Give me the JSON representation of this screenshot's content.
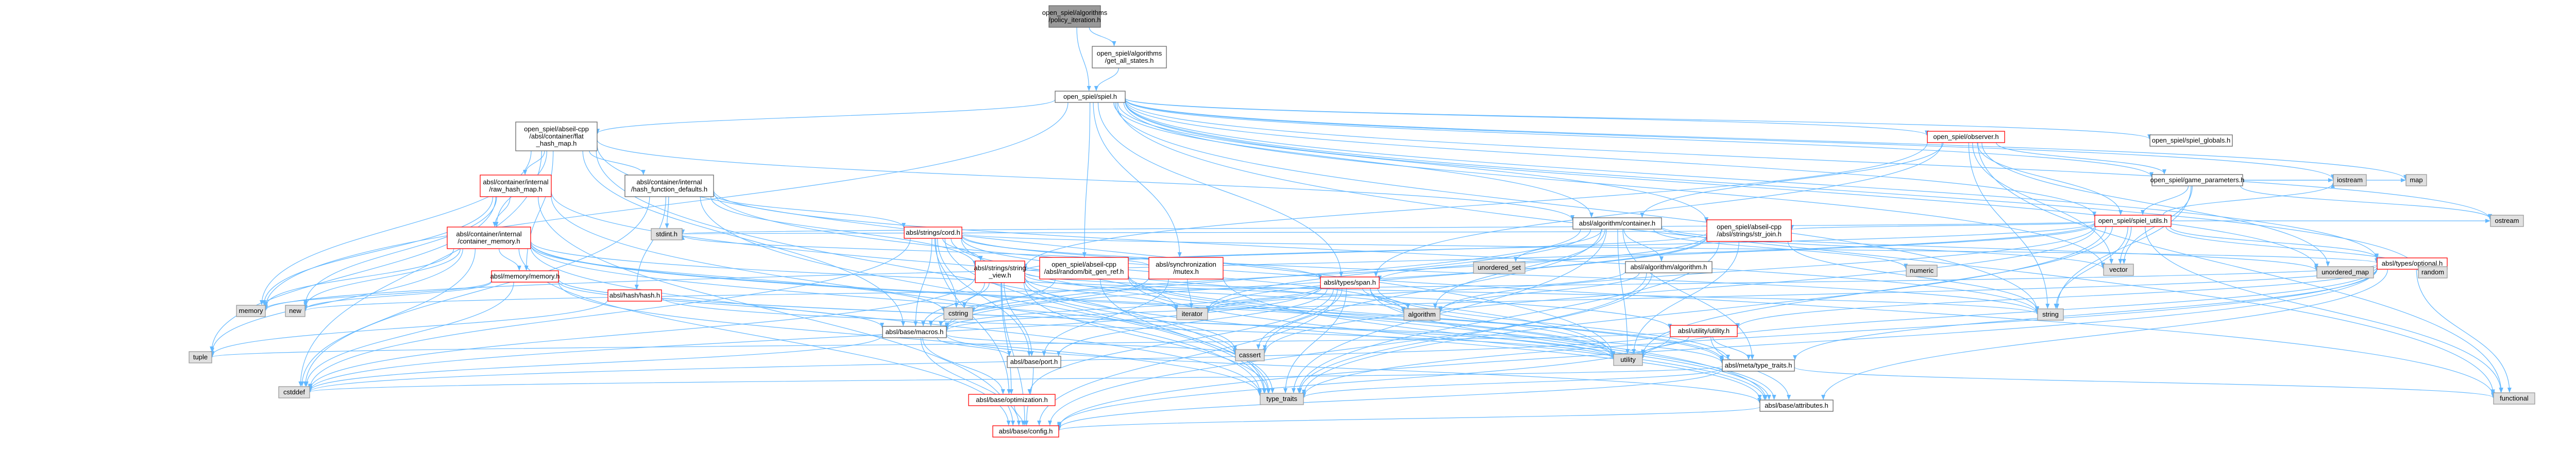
{
  "colors": {
    "edge": "#63b8ff",
    "root_fill": "#999999",
    "root_stroke": "#666666",
    "file_fill": "#ffffff",
    "file_stroke": "#666666",
    "incomplete_stroke": "#ff0000",
    "system_fill": "#e0e0e0",
    "system_stroke": "#999999"
  },
  "nodes": [
    {
      "id": "root",
      "kind": "root",
      "lines": [
        "open_spiel/algorithms",
        "/policy_iteration.h"
      ]
    },
    {
      "id": "get_all_states",
      "kind": "file",
      "lines": [
        "open_spiel/algorithms",
        "/get_all_states.h"
      ]
    },
    {
      "id": "spiel",
      "kind": "file",
      "lines": [
        "open_spiel/spiel.h"
      ]
    },
    {
      "id": "flat_hash_map",
      "kind": "file",
      "lines": [
        "open_spiel/abseil-cpp",
        "/absl/container/flat",
        "_hash_map.h"
      ]
    },
    {
      "id": "raw_hash_map",
      "kind": "incomplete",
      "lines": [
        "absl/container/internal",
        "/raw_hash_map.h"
      ]
    },
    {
      "id": "hash_function_defaults",
      "kind": "file",
      "lines": [
        "absl/container/internal",
        "/hash_function_defaults.h"
      ]
    },
    {
      "id": "container_memory",
      "kind": "incomplete",
      "lines": [
        "absl/container/internal",
        "/container_memory.h"
      ]
    },
    {
      "id": "memory_h",
      "kind": "incomplete",
      "lines": [
        "absl/memory/memory.h"
      ]
    },
    {
      "id": "hash_h",
      "kind": "incomplete",
      "lines": [
        "absl/hash/hash.h"
      ]
    },
    {
      "id": "cord_h",
      "kind": "incomplete",
      "lines": [
        "absl/strings/cord.h"
      ]
    },
    {
      "id": "string_view",
      "kind": "incomplete",
      "lines": [
        "absl/strings/string",
        "_view.h"
      ]
    },
    {
      "id": "bit_gen_ref",
      "kind": "incomplete",
      "lines": [
        "open_spiel/abseil-cpp",
        "/absl/random/bit_gen_ref.h"
      ]
    },
    {
      "id": "mutex_h",
      "kind": "incomplete",
      "lines": [
        "absl/synchronization",
        "/mutex.h"
      ]
    },
    {
      "id": "macros_h",
      "kind": "file",
      "lines": [
        "absl/base/macros.h"
      ]
    },
    {
      "id": "port_h",
      "kind": "file",
      "lines": [
        "absl/base/port.h"
      ]
    },
    {
      "id": "optimization_h",
      "kind": "incomplete",
      "lines": [
        "absl/base/optimization.h"
      ]
    },
    {
      "id": "config_h",
      "kind": "incomplete",
      "lines": [
        "absl/base/config.h"
      ]
    },
    {
      "id": "attributes_h",
      "kind": "file",
      "lines": [
        "absl/base/attributes.h"
      ]
    },
    {
      "id": "type_traits_h",
      "kind": "file",
      "lines": [
        "absl/meta/type_traits.h"
      ]
    },
    {
      "id": "utility_h",
      "kind": "incomplete",
      "lines": [
        "absl/utility/utility.h"
      ]
    },
    {
      "id": "span_h",
      "kind": "incomplete",
      "lines": [
        "absl/types/span.h"
      ]
    },
    {
      "id": "algorithm_h",
      "kind": "file",
      "lines": [
        "absl/algorithm/algorithm.h"
      ]
    },
    {
      "id": "algo_container",
      "kind": "file",
      "lines": [
        "absl/algorithm/container.h"
      ]
    },
    {
      "id": "str_join",
      "kind": "incomplete",
      "lines": [
        "open_spiel/abseil-cpp",
        "/absl/strings/str_join.h"
      ]
    },
    {
      "id": "observer_h",
      "kind": "incomplete",
      "lines": [
        "open_spiel/observer.h"
      ]
    },
    {
      "id": "spiel_globals",
      "kind": "file",
      "lines": [
        "open_spiel/spiel_globals.h"
      ]
    },
    {
      "id": "game_parameters",
      "kind": "file",
      "lines": [
        "open_spiel/game_parameters.h"
      ]
    },
    {
      "id": "spiel_utils",
      "kind": "incomplete",
      "lines": [
        "open_spiel/spiel_utils.h"
      ]
    },
    {
      "id": "optional_h",
      "kind": "incomplete",
      "lines": [
        "absl/types/optional.h"
      ]
    },
    {
      "id": "sys_memory",
      "kind": "system",
      "lines": [
        "memory"
      ]
    },
    {
      "id": "sys_new",
      "kind": "system",
      "lines": [
        "new"
      ]
    },
    {
      "id": "sys_tuple",
      "kind": "system",
      "lines": [
        "tuple"
      ]
    },
    {
      "id": "sys_cstddef",
      "kind": "system",
      "lines": [
        "cstddef"
      ]
    },
    {
      "id": "sys_type_traits",
      "kind": "system",
      "lines": [
        "type_traits"
      ]
    },
    {
      "id": "sys_cstdint",
      "kind": "system",
      "lines": [
        "stdint.h"
      ]
    },
    {
      "id": "sys_cstring",
      "kind": "system",
      "lines": [
        "cstring"
      ]
    },
    {
      "id": "sys_iterator",
      "kind": "system",
      "lines": [
        "iterator"
      ]
    },
    {
      "id": "sys_cassert",
      "kind": "system",
      "lines": [
        "cassert"
      ]
    },
    {
      "id": "sys_algorithm",
      "kind": "system",
      "lines": [
        "algorithm"
      ]
    },
    {
      "id": "sys_utility",
      "kind": "system",
      "lines": [
        "utility"
      ]
    },
    {
      "id": "sys_unordered_set",
      "kind": "system",
      "lines": [
        "unordered_set"
      ]
    },
    {
      "id": "sys_numeric",
      "kind": "system",
      "lines": [
        "numeric"
      ]
    },
    {
      "id": "sys_vector",
      "kind": "system",
      "lines": [
        "vector"
      ]
    },
    {
      "id": "sys_string",
      "kind": "system",
      "lines": [
        "string"
      ]
    },
    {
      "id": "sys_unordered_map",
      "kind": "system",
      "lines": [
        "unordered_map"
      ]
    },
    {
      "id": "sys_random",
      "kind": "system",
      "lines": [
        "random"
      ]
    },
    {
      "id": "sys_iostream",
      "kind": "system",
      "lines": [
        "iostream"
      ]
    },
    {
      "id": "sys_map",
      "kind": "system",
      "lines": [
        "map"
      ]
    },
    {
      "id": "sys_ostream",
      "kind": "system",
      "lines": [
        "ostream"
      ]
    },
    {
      "id": "sys_functional",
      "kind": "system",
      "lines": [
        "functional"
      ]
    }
  ],
  "edges": [
    [
      "root",
      "get_all_states"
    ],
    [
      "root",
      "spiel"
    ],
    [
      "get_all_states",
      "spiel"
    ],
    [
      "spiel",
      "flat_hash_map"
    ],
    [
      "spiel",
      "str_join"
    ],
    [
      "spiel",
      "bit_gen_ref"
    ],
    [
      "spiel",
      "mutex_h"
    ],
    [
      "spiel",
      "optional_h"
    ],
    [
      "spiel",
      "span_h"
    ],
    [
      "spiel",
      "observer_h"
    ],
    [
      "spiel",
      "spiel_globals"
    ],
    [
      "spiel",
      "game_parameters"
    ],
    [
      "spiel",
      "spiel_utils"
    ],
    [
      "spiel",
      "sys_functional"
    ],
    [
      "spiel",
      "sys_iostream"
    ],
    [
      "spiel",
      "sys_map"
    ],
    [
      "spiel",
      "sys_memory"
    ],
    [
      "spiel",
      "sys_random"
    ],
    [
      "spiel",
      "sys_string"
    ],
    [
      "spiel",
      "sys_unordered_map"
    ],
    [
      "spiel",
      "sys_vector"
    ],
    [
      "spiel",
      "sys_ostream"
    ],
    [
      "spiel",
      "algo_container"
    ],
    [
      "flat_hash_map",
      "raw_hash_map"
    ],
    [
      "flat_hash_map",
      "hash_function_defaults"
    ],
    [
      "flat_hash_map",
      "container_memory"
    ],
    [
      "flat_hash_map",
      "macros_h"
    ],
    [
      "flat_hash_map",
      "algo_container"
    ],
    [
      "flat_hash_map",
      "memory_h"
    ],
    [
      "flat_hash_map",
      "sys_cstddef"
    ],
    [
      "flat_hash_map",
      "sys_memory"
    ],
    [
      "flat_hash_map",
      "sys_type_traits"
    ],
    [
      "flat_hash_map",
      "sys_utility"
    ],
    [
      "raw_hash_map",
      "container_memory"
    ],
    [
      "raw_hash_map",
      "sys_memory"
    ],
    [
      "raw_hash_map",
      "sys_new"
    ],
    [
      "raw_hash_map",
      "sys_tuple"
    ],
    [
      "raw_hash_map",
      "sys_type_traits"
    ],
    [
      "raw_hash_map",
      "sys_utility"
    ],
    [
      "raw_hash_map",
      "config_h"
    ],
    [
      "hash_function_defaults",
      "sys_cstdint"
    ],
    [
      "hash_function_defaults",
      "cord_h"
    ],
    [
      "hash_function_defaults",
      "string_view"
    ],
    [
      "hash_function_defaults",
      "hash_h"
    ],
    [
      "hash_function_defaults",
      "sys_string"
    ],
    [
      "hash_function_defaults",
      "sys_type_traits"
    ],
    [
      "hash_function_defaults",
      "sys_cstddef"
    ],
    [
      "hash_function_defaults",
      "sys_functional"
    ],
    [
      "container_memory",
      "memory_h"
    ],
    [
      "container_memory",
      "sys_memory"
    ],
    [
      "container_memory",
      "sys_new"
    ],
    [
      "container_memory",
      "sys_tuple"
    ],
    [
      "container_memory",
      "sys_cstddef"
    ],
    [
      "container_memory",
      "sys_cstring"
    ],
    [
      "container_memory",
      "sys_type_traits"
    ],
    [
      "container_memory",
      "sys_utility"
    ],
    [
      "container_memory",
      "type_traits_h"
    ],
    [
      "container_memory",
      "utility_h"
    ],
    [
      "container_memory",
      "config_h"
    ],
    [
      "container_memory",
      "sys_cassert"
    ],
    [
      "memory_h",
      "sys_memory"
    ],
    [
      "memory_h",
      "sys_new"
    ],
    [
      "memory_h",
      "sys_cstddef"
    ],
    [
      "memory_h",
      "sys_type_traits"
    ],
    [
      "memory_h",
      "sys_utility"
    ],
    [
      "memory_h",
      "macros_h"
    ],
    [
      "memory_h",
      "type_traits_h"
    ],
    [
      "hash_h",
      "sys_tuple"
    ],
    [
      "hash_h",
      "sys_utility"
    ],
    [
      "cord_h",
      "sys_algorithm"
    ],
    [
      "cord_h",
      "sys_cstddef"
    ],
    [
      "cord_h",
      "sys_cstring"
    ],
    [
      "cord_h",
      "sys_iterator"
    ],
    [
      "cord_h",
      "sys_string"
    ],
    [
      "cord_h",
      "sys_type_traits"
    ],
    [
      "cord_h",
      "string_view"
    ],
    [
      "cord_h",
      "macros_h"
    ],
    [
      "cord_h",
      "port_h"
    ],
    [
      "cord_h",
      "optimization_h"
    ],
    [
      "cord_h",
      "span_h"
    ],
    [
      "cord_h",
      "optional_h"
    ],
    [
      "cord_h",
      "attributes_h"
    ],
    [
      "string_view",
      "sys_algorithm"
    ],
    [
      "string_view",
      "sys_cassert"
    ],
    [
      "string_view",
      "sys_cstddef"
    ],
    [
      "string_view",
      "sys_cstring"
    ],
    [
      "string_view",
      "sys_iterator"
    ],
    [
      "string_view",
      "sys_string"
    ],
    [
      "string_view",
      "attributes_h"
    ],
    [
      "string_view",
      "config_h"
    ],
    [
      "string_view",
      "optimization_h"
    ],
    [
      "string_view",
      "port_h"
    ],
    [
      "string_view",
      "macros_h"
    ],
    [
      "string_view",
      "sys_type_traits"
    ],
    [
      "bit_gen_ref",
      "sys_type_traits"
    ],
    [
      "bit_gen_ref",
      "sys_utility"
    ],
    [
      "bit_gen_ref",
      "attributes_h"
    ],
    [
      "bit_gen_ref",
      "macros_h"
    ],
    [
      "bit_gen_ref",
      "type_traits_h"
    ],
    [
      "mutex_h",
      "sys_iterator"
    ],
    [
      "mutex_h",
      "sys_cstdint"
    ],
    [
      "mutex_h",
      "attributes_h"
    ],
    [
      "mutex_h",
      "macros_h"
    ],
    [
      "mutex_h",
      "port_h"
    ],
    [
      "macros_h",
      "sys_cassert"
    ],
    [
      "macros_h",
      "sys_cstddef"
    ],
    [
      "macros_h",
      "attributes_h"
    ],
    [
      "macros_h",
      "config_h"
    ],
    [
      "macros_h",
      "optimization_h"
    ],
    [
      "macros_h",
      "port_h"
    ],
    [
      "port_h",
      "config_h"
    ],
    [
      "optimization_h",
      "config_h"
    ],
    [
      "attributes_h",
      "config_h"
    ],
    [
      "type_traits_h",
      "sys_cstddef"
    ],
    [
      "type_traits_h",
      "sys_functional"
    ],
    [
      "type_traits_h",
      "sys_type_traits"
    ],
    [
      "type_traits_h",
      "config_h"
    ],
    [
      "utility_h",
      "sys_cstddef"
    ],
    [
      "utility_h",
      "sys_tuple"
    ],
    [
      "utility_h",
      "sys_utility"
    ],
    [
      "utility_h",
      "type_traits_h"
    ],
    [
      "utility_h",
      "config_h"
    ],
    [
      "utility_h",
      "attributes_h"
    ],
    [
      "span_h",
      "sys_algorithm"
    ],
    [
      "span_h",
      "sys_cassert"
    ],
    [
      "span_h",
      "sys_cstddef"
    ],
    [
      "span_h",
      "sys_initializer"
    ],
    [
      "span_h",
      "sys_iterator"
    ],
    [
      "span_h",
      "sys_type_traits"
    ],
    [
      "span_h",
      "sys_utility"
    ],
    [
      "span_h",
      "macros_h"
    ],
    [
      "span_h",
      "optimization_h"
    ],
    [
      "span_h",
      "port_h"
    ],
    [
      "span_h",
      "type_traits_h"
    ],
    [
      "span_h",
      "attributes_h"
    ],
    [
      "span_h",
      "config_h"
    ],
    [
      "algorithm_h",
      "sys_algorithm"
    ],
    [
      "algorithm_h",
      "sys_iterator"
    ],
    [
      "algorithm_h",
      "sys_type_traits"
    ],
    [
      "algorithm_h",
      "config_h"
    ],
    [
      "algo_container",
      "sys_algorithm"
    ],
    [
      "algo_container",
      "sys_cassert"
    ],
    [
      "algo_container",
      "sys_iterator"
    ],
    [
      "algo_container",
      "sys_numeric"
    ],
    [
      "algo_container",
      "sys_type_traits"
    ],
    [
      "algo_container",
      "sys_unordered_map"
    ],
    [
      "algo_container",
      "sys_unordered_set"
    ],
    [
      "algo_container",
      "sys_utility"
    ],
    [
      "algo_container",
      "sys_vector"
    ],
    [
      "algo_container",
      "algorithm_h"
    ],
    [
      "algo_container",
      "macros_h"
    ],
    [
      "algo_container",
      "type_traits_h"
    ],
    [
      "str_join",
      "sys_cstdint"
    ],
    [
      "str_join",
      "sys_cstring"
    ],
    [
      "str_join",
      "sys_iterator"
    ],
    [
      "str_join",
      "sys_string"
    ],
    [
      "str_join",
      "sys_type_traits"
    ],
    [
      "str_join",
      "sys_utility"
    ],
    [
      "str_join",
      "macros_h"
    ],
    [
      "str_join",
      "string_view"
    ],
    [
      "str_join",
      "sys_initializer"
    ],
    [
      "observer_h",
      "sys_string"
    ],
    [
      "observer_h",
      "sys_vector"
    ],
    [
      "observer_h",
      "sys_unordered_map"
    ],
    [
      "observer_h",
      "game_parameters"
    ],
    [
      "observer_h",
      "spiel_utils"
    ],
    [
      "observer_h",
      "span_h"
    ],
    [
      "observer_h",
      "string_view"
    ],
    [
      "observer_h",
      "algo_container"
    ],
    [
      "observer_h",
      "sys_functional"
    ],
    [
      "game_parameters",
      "sys_iostream"
    ],
    [
      "game_parameters",
      "sys_map"
    ],
    [
      "game_parameters",
      "sys_string"
    ],
    [
      "game_parameters",
      "sys_vector"
    ],
    [
      "game_parameters",
      "spiel_utils"
    ],
    [
      "game_parameters",
      "sys_ostream"
    ],
    [
      "spiel_utils",
      "sys_algorithm"
    ],
    [
      "spiel_utils",
      "sys_cassert"
    ],
    [
      "spiel_utils",
      "sys_cstdint"
    ],
    [
      "spiel_utils",
      "sys_functional"
    ],
    [
      "spiel_utils",
      "sys_iostream"
    ],
    [
      "spiel_utils",
      "sys_random"
    ],
    [
      "spiel_utils",
      "sys_string"
    ],
    [
      "spiel_utils",
      "sys_type_traits"
    ],
    [
      "spiel_utils",
      "sys_utility"
    ],
    [
      "spiel_utils",
      "sys_vector"
    ],
    [
      "spiel_utils",
      "sys_memory"
    ],
    [
      "spiel_utils",
      "str_join"
    ],
    [
      "spiel_utils",
      "optional_h"
    ],
    [
      "spiel_utils",
      "span_h"
    ],
    [
      "spiel_utils",
      "string_view"
    ],
    [
      "spiel_utils",
      "sys_ostream"
    ],
    [
      "optional_h",
      "sys_functional"
    ],
    [
      "optional_h",
      "sys_new"
    ],
    [
      "optional_h",
      "sys_type_traits"
    ],
    [
      "optional_h",
      "sys_utility"
    ],
    [
      "optional_h",
      "attributes_h"
    ],
    [
      "optional_h",
      "type_traits_h"
    ],
    [
      "optional_h",
      "utility_h"
    ],
    [
      "optional_h",
      "config_h"
    ],
    [
      "optional_h",
      "macros_h"
    ]
  ]
}
